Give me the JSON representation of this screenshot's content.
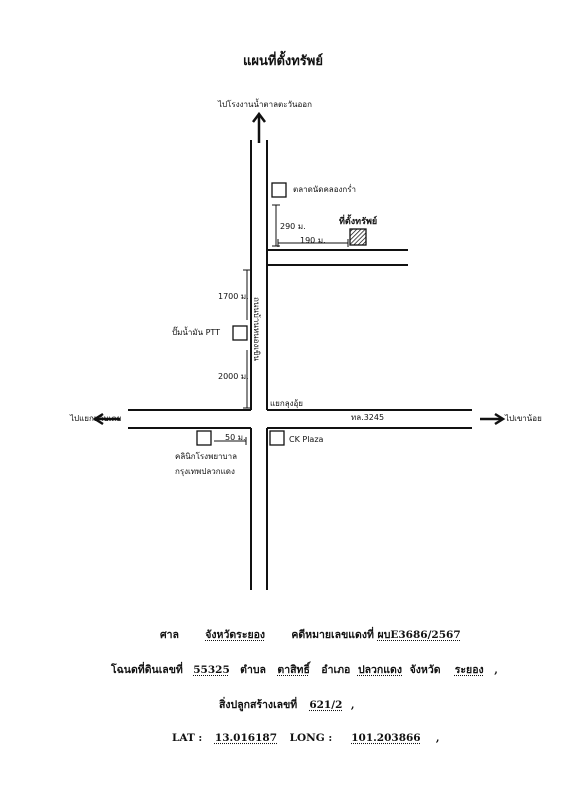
{
  "title": "แผนที่ตั้งทรัพย์",
  "labels": {
    "to_north": "ไปโรงงานน้ำตาลตะวันออก",
    "market": "ตลาดนัดคลองกร่ำ",
    "dist_290": "290 ม.",
    "dist_190": "190 ม.",
    "property": "ที่ตั้งทรัพย์",
    "dist_1700": "1700 ม.",
    "gas_station": "ปั๊มน้ำมัน PTT",
    "road_vertical": "ถนนบ้านหนองเขิน",
    "dist_2000": "2000 ม.",
    "junction": "แยกลุงอุ้ย",
    "road_no": "ทล.3245",
    "to_west": "ไปแยกมาบเตย",
    "to_east": "ไปเขาน้อย",
    "clinic_line1": "คลินิกโรงพยาบาล",
    "clinic_line2": "กรุงเทพปลวกแดง",
    "dist_50": "50 ม.",
    "ck_plaza": "CK Plaza"
  },
  "form": {
    "court_label": "ศาล",
    "court_value": "จังหวัดระยอง",
    "case_label": "คดีหมายเลขแดงที่",
    "case_value": "ผบE3686/2567",
    "deed_label": "โฉนดที่ดินเลขที่",
    "deed_value": "55325",
    "subdistrict_label": "ตำบล",
    "subdistrict_value": "ตาสิทธิ์",
    "district_label": "อำเภอ",
    "district_value": "ปลวกแดง",
    "province_label": "จังหวัด",
    "province_value": "ระยอง",
    "building_label": "สิ่งปลูกสร้างเลขที่",
    "building_value": "621/2",
    "lat_label": "LAT :",
    "lat_value": "13.016187",
    "long_label": "LONG :",
    "long_value": "101.203866"
  }
}
